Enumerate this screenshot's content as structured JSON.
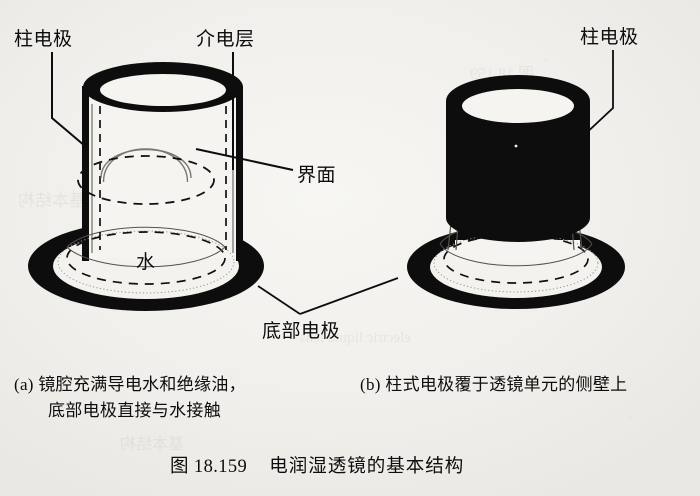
{
  "figure": {
    "labels": {
      "pillar_electrode_left": "柱电极",
      "dielectric_layer": "介电层",
      "interface": "界面",
      "water": "水",
      "bottom_electrode": "底部电极",
      "pillar_electrode_right": "柱电极"
    },
    "captions": {
      "sub_a_line1": "(a) 镜腔充满导电水和绝缘油，",
      "sub_a_line2": "底部电极直接与水接触",
      "sub_b": "(b) 柱式电极覆于透镜单元的侧壁上",
      "figure_number": "图 18.159",
      "figure_title": "电润湿透镜的基本结构"
    },
    "colors": {
      "ink": "#0d0d0d",
      "paper": "#f2f0ec",
      "dashed": "#111111",
      "interface_arc": "#6a6a6a"
    },
    "ghost_text": [
      "电润湿透镜的基本结构",
      "图 18.159",
      "electric liquid lens",
      "基本结构"
    ]
  }
}
